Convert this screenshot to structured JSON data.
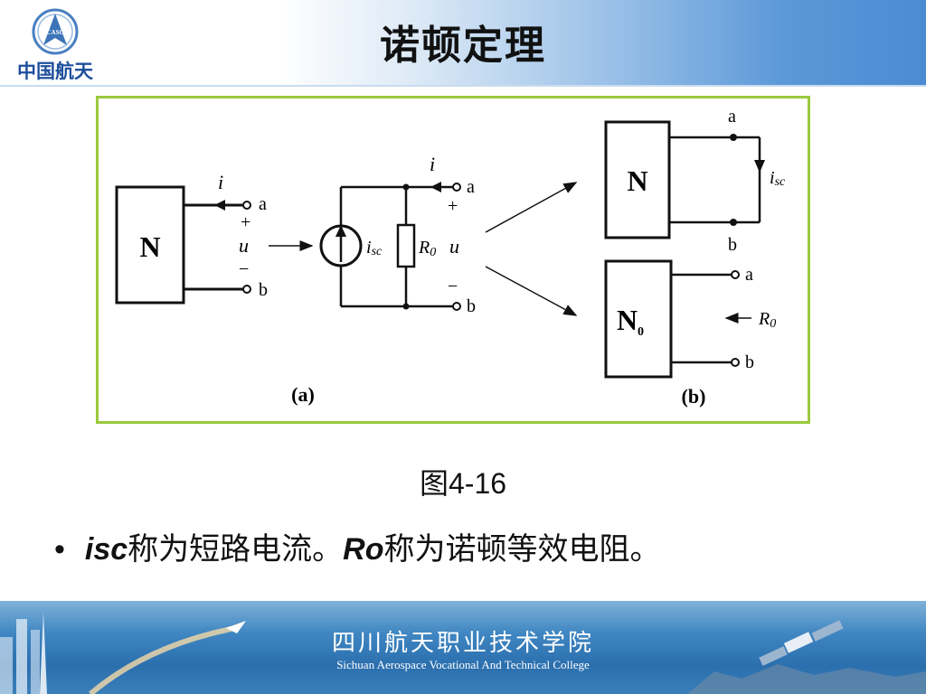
{
  "header": {
    "title": "诺顿定理",
    "logo_text": "中国航天",
    "logo_badge": "CASC"
  },
  "figure": {
    "label_a": "(a)",
    "label_b": "(b)",
    "block_N": "N",
    "block_N0": "N",
    "N0_sub": "0",
    "terminal_a": "a",
    "terminal_b": "b",
    "current_i": "i",
    "plus": "+",
    "minus": "−",
    "voltage_u": "u",
    "isc_main": "i",
    "isc_sub": "sc",
    "R0_main": "R",
    "R0_sub": "0"
  },
  "caption": {
    "prefix": "图",
    "number": "4-16"
  },
  "bullet": {
    "dot": "•",
    "sym1": "isc",
    "text1": "称为短路电流。",
    "sym2": "Ro",
    "text2": "称为诺顿等效电阻。"
  },
  "footer": {
    "name_cn": "四川航天职业技术学院",
    "name_en": "Sichuan Aerospace Vocational And Technical College"
  },
  "colors": {
    "frame_border": "#9bc93d",
    "header_blue": "#4a8bd2",
    "footer_blue": "#2b6fae"
  }
}
